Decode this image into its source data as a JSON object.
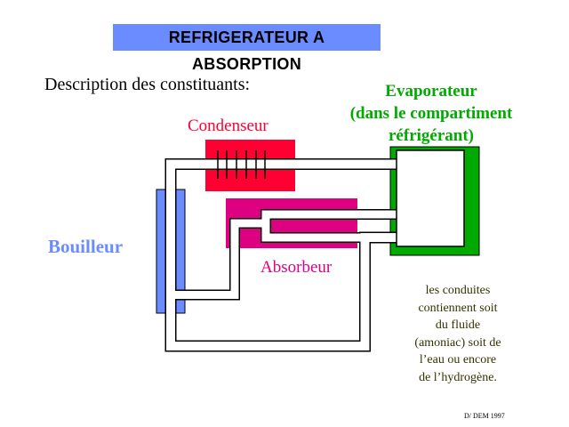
{
  "title": "REFRIGERATEUR A ABSORPTION",
  "subtitle": "Description des constituants:",
  "labels": {
    "evaporateur_1": "Evaporateur",
    "evaporateur_2": "(dans le compartiment",
    "evaporateur_3": "réfrigérant)",
    "condenseur": "Condenseur",
    "bouilleur": "Bouilleur",
    "absorbeur": "Absorbeur"
  },
  "note": [
    "les conduites",
    "contiennent soit",
    "du fluide",
    "(amoniac) soit de",
    "l’eau ou encore",
    "de l’hydrogène."
  ],
  "credit": "D/ DEM 1997",
  "colors": {
    "condenseur": "#ff0033",
    "absorbeur": "#dd0080",
    "bouilleur": "#6a8cff",
    "evaporateur": "#00aa00",
    "note": "#333300"
  }
}
